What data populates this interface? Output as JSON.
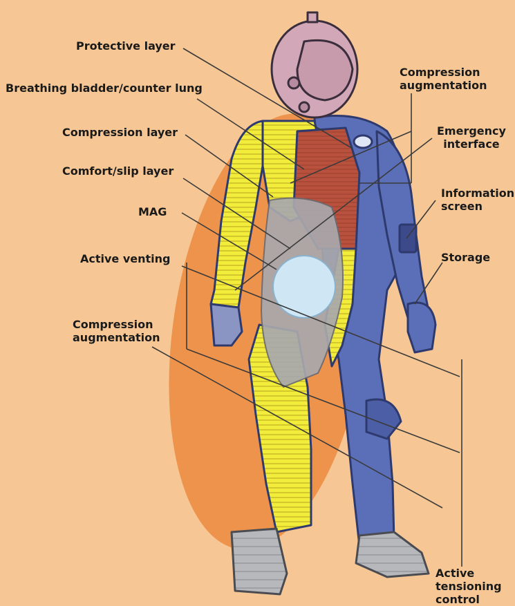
{
  "labels": {
    "protective_layer": "Protective layer",
    "breathing_bladder": "Breathing bladder/counter lung",
    "compression_layer": "Compression layer",
    "comfort_slip_layer": "Comfort/slip layer",
    "mag": "MAG",
    "active_venting": "Active venting",
    "compression_aug_left_1": "Compression",
    "compression_aug_left_2": "augmentation",
    "compression_aug_right_1": "Compression",
    "compression_aug_right_2": "augmentation",
    "emergency_1": "Emergency",
    "emergency_2": "interface",
    "information_1": "Information",
    "information_2": "screen",
    "storage": "Storage",
    "tensioning_1": "Active",
    "tensioning_2": "tensioning",
    "tensioning_3": "control"
  },
  "colors": {
    "background": "#f6c795",
    "halo": "#ec8a3f",
    "suit_blue": "#5a6fb8",
    "helmet_pink": "#d2a8b8",
    "compression_yellow": "#f2ec3a",
    "bladder_red": "#b8523e",
    "mag_grey": "#a8a8ac",
    "boot_grey": "#b6b8bc",
    "leader_line": "#3a3a3a"
  }
}
